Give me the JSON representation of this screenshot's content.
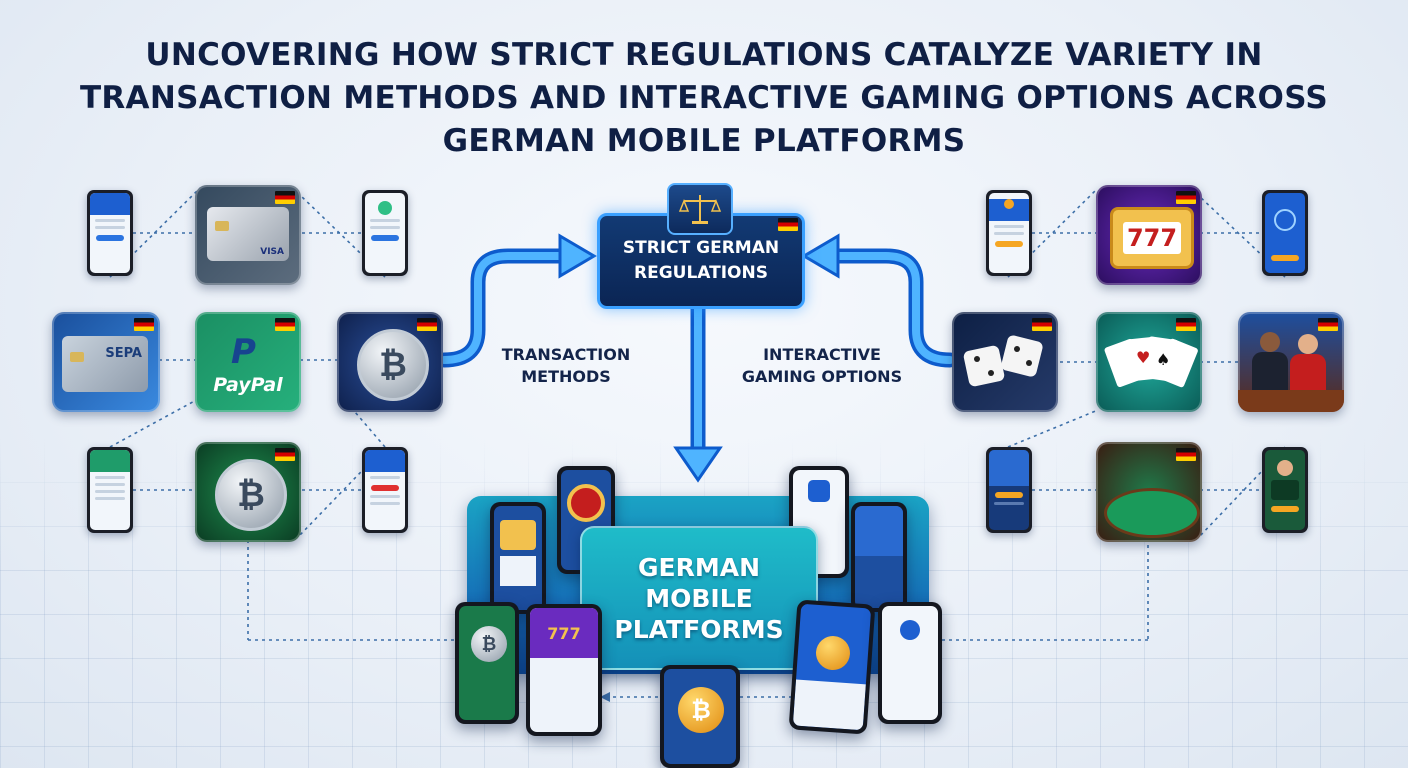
{
  "title": "UNCOVERING HOW STRICT REGULATIONS CATALYZE VARIETY IN TRANSACTION METHODS AND INTERACTIVE GAMING OPTIONS ACROSS GERMAN MOBILE PLATFORMS",
  "center": {
    "line1": "STRICT GERMAN",
    "line2": "REGULATIONS",
    "icon": "scales-of-justice-icon"
  },
  "left_branch": {
    "line1": "TRANSACTION",
    "line2": "METHODS"
  },
  "right_branch": {
    "line1": "INTERACTIVE",
    "line2": "GAMING OPTIONS"
  },
  "platforms": {
    "line1": "GERMAN",
    "line2": "MOBILE",
    "line3": "PLATFORMS"
  },
  "left_tiles": {
    "card_brand": "VISA",
    "sepa_label": "SEPA",
    "paypal_label": "PayPal",
    "crypto_symbol": "₿"
  },
  "right_tiles": {
    "slot_digits": "777",
    "icons": [
      "slot-machine-icon",
      "dice-icon",
      "playing-cards-icon",
      "live-dealer-icon",
      "poker-table-icon"
    ]
  },
  "colors": {
    "title": "#0f1f44",
    "accent_blue": "#2b8cff",
    "regulation_box": "#0b2554",
    "platform_teal": "#1fbcc9",
    "paypal_green": "#1f9c6a",
    "flag_black": "#111111",
    "flag_red": "#d40000",
    "flag_gold": "#ffce00"
  }
}
